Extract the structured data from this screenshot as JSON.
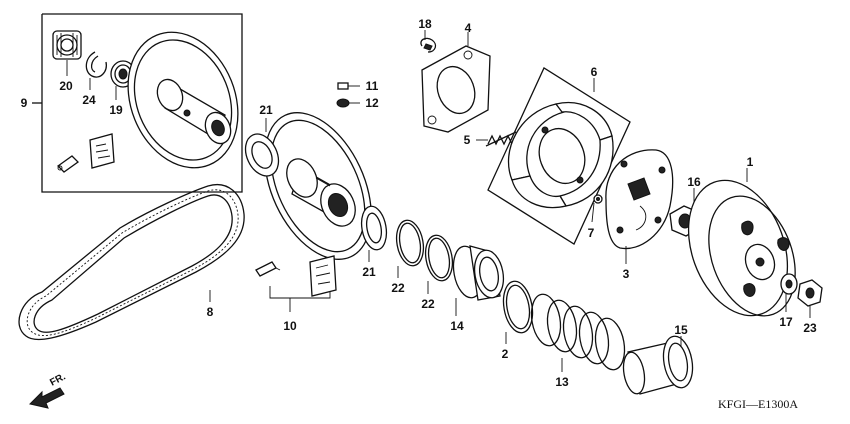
{
  "diagram_code": "KFGI—E1300A",
  "front_marker": "FR.",
  "parts": [
    {
      "id": "part-1",
      "number": "1"
    },
    {
      "id": "part-2",
      "number": "2"
    },
    {
      "id": "part-3",
      "number": "3"
    },
    {
      "id": "part-4",
      "number": "4"
    },
    {
      "id": "part-5",
      "number": "5"
    },
    {
      "id": "part-6",
      "number": "6"
    },
    {
      "id": "part-7",
      "number": "7"
    },
    {
      "id": "part-8",
      "number": "8"
    },
    {
      "id": "part-9",
      "number": "9"
    },
    {
      "id": "part-10",
      "number": "10"
    },
    {
      "id": "part-11",
      "number": "11"
    },
    {
      "id": "part-12",
      "number": "12"
    },
    {
      "id": "part-14",
      "number": "14"
    },
    {
      "id": "part-13",
      "number": "13"
    },
    {
      "id": "part-15",
      "number": "15"
    },
    {
      "id": "part-16",
      "number": "16"
    },
    {
      "id": "part-17",
      "number": "17"
    },
    {
      "id": "part-18",
      "number": "18"
    },
    {
      "id": "part-19",
      "number": "19"
    },
    {
      "id": "part-20",
      "number": "20"
    },
    {
      "id": "part-21a",
      "number": "21"
    },
    {
      "id": "part-21b",
      "number": "21"
    },
    {
      "id": "part-22a",
      "number": "22"
    },
    {
      "id": "part-22b",
      "number": "22"
    },
    {
      "id": "part-23",
      "number": "23"
    },
    {
      "id": "part-24",
      "number": "24"
    }
  ]
}
